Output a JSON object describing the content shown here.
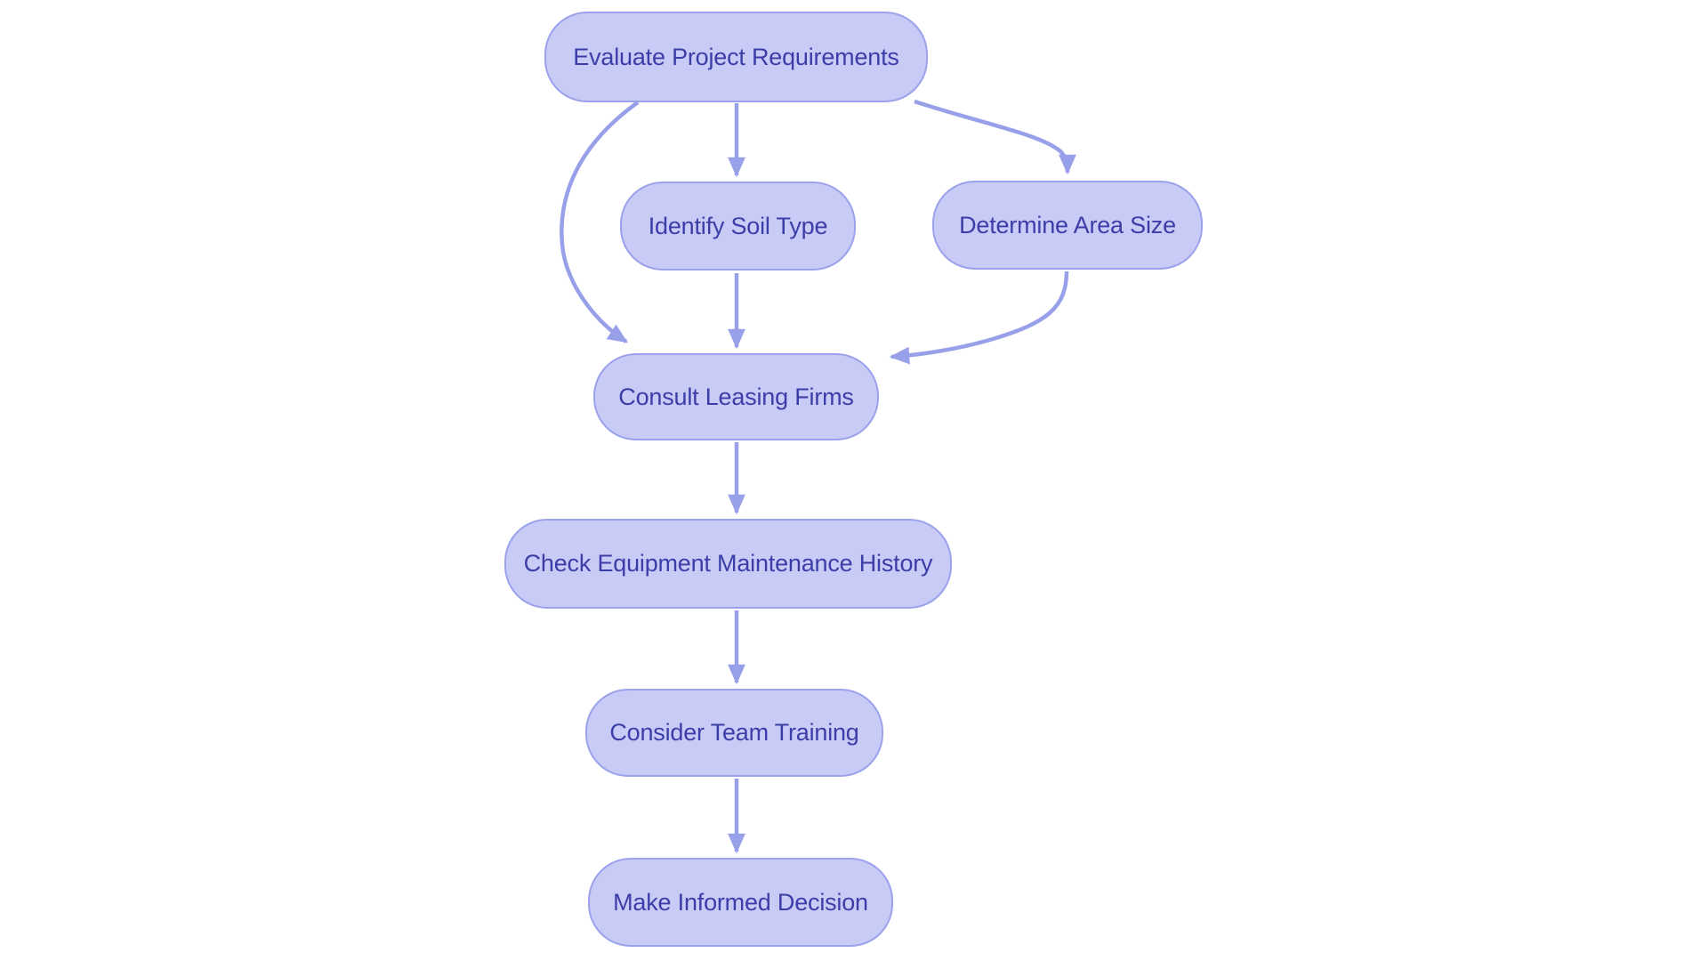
{
  "diagram": {
    "type": "flowchart",
    "colors": {
      "canvas_bg": "#ffffff",
      "node_fill": "#c8cbf6",
      "node_border": "#9ba2ec",
      "edge_color": "#99a0ea",
      "text_color": "#3b3ea8"
    },
    "nodes": [
      {
        "id": "evaluate",
        "label": "Evaluate Project Requirements"
      },
      {
        "id": "identify",
        "label": "Identify Soil Type"
      },
      {
        "id": "determine",
        "label": "Determine Area Size"
      },
      {
        "id": "consult",
        "label": "Consult Leasing Firms"
      },
      {
        "id": "check",
        "label": "Check Equipment Maintenance History"
      },
      {
        "id": "consider",
        "label": "Consider Team Training"
      },
      {
        "id": "make",
        "label": "Make Informed Decision"
      }
    ],
    "edges": [
      {
        "from": "Evaluate Project Requirements",
        "to": "Identify Soil Type"
      },
      {
        "from": "Evaluate Project Requirements",
        "to": "Determine Area Size"
      },
      {
        "from": "Evaluate Project Requirements",
        "to": "Consult Leasing Firms"
      },
      {
        "from": "Identify Soil Type",
        "to": "Consult Leasing Firms"
      },
      {
        "from": "Determine Area Size",
        "to": "Consult Leasing Firms"
      },
      {
        "from": "Consult Leasing Firms",
        "to": "Check Equipment Maintenance History"
      },
      {
        "from": "Check Equipment Maintenance History",
        "to": "Consider Team Training"
      },
      {
        "from": "Consider Team Training",
        "to": "Make Informed Decision"
      }
    ]
  }
}
